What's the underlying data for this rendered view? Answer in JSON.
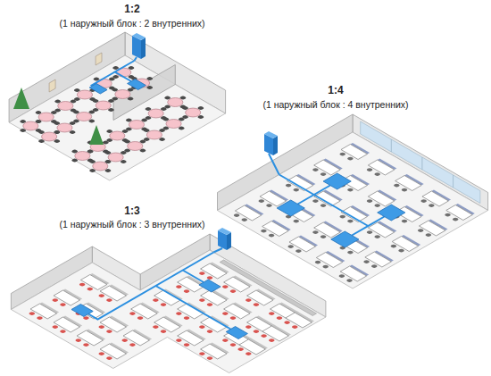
{
  "diagram": {
    "labels": [
      "1:2",
      "(1 наружный блок : 2 внутренних)",
      "1:4",
      "(1 наружный блок : 4 внутренних)",
      "1:3",
      "(1 наружный блок : 3 внутренних)"
    ]
  }
}
